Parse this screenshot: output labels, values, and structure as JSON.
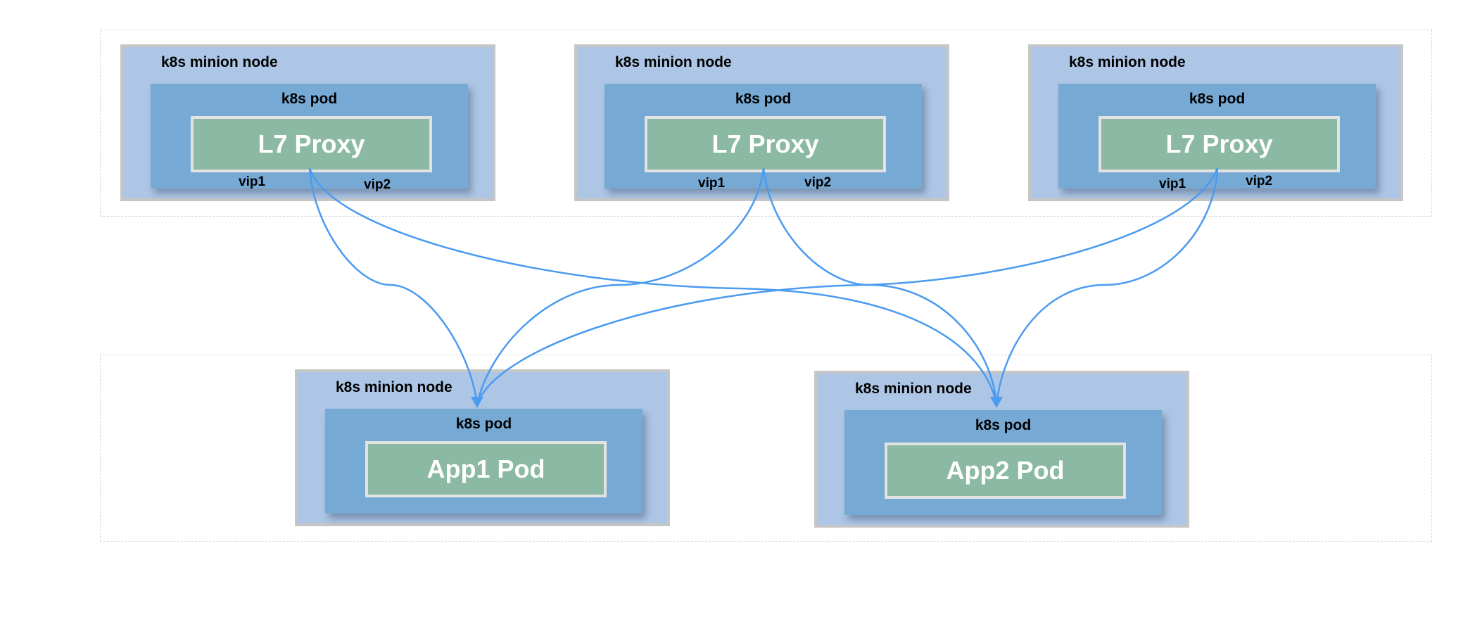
{
  "proxy_nodes": [
    {
      "node_label": "k8s minion node",
      "pod_label": "k8s pod",
      "inner_label": "L7 Proxy",
      "vip1": "vip1",
      "vip2": "vip2"
    },
    {
      "node_label": "k8s minion node",
      "pod_label": "k8s pod",
      "inner_label": "L7 Proxy",
      "vip1": "vip1",
      "vip2": "vip2"
    },
    {
      "node_label": "k8s minion node",
      "pod_label": "k8s pod",
      "inner_label": "L7 Proxy",
      "vip1": "vip1",
      "vip2": "vip2"
    }
  ],
  "app_nodes": [
    {
      "node_label": "k8s minion node",
      "pod_label": "k8s pod",
      "inner_label": "App1 Pod"
    },
    {
      "node_label": "k8s minion node",
      "pod_label": "k8s pod",
      "inner_label": "App2 Pod"
    }
  ],
  "connections": [
    {
      "from": "proxy_nodes.0.vip1",
      "to": "app_nodes.0"
    },
    {
      "from": "proxy_nodes.0.vip2",
      "to": "app_nodes.1"
    },
    {
      "from": "proxy_nodes.1.vip1",
      "to": "app_nodes.0"
    },
    {
      "from": "proxy_nodes.1.vip2",
      "to": "app_nodes.1"
    },
    {
      "from": "proxy_nodes.2.vip1",
      "to": "app_nodes.0"
    },
    {
      "from": "proxy_nodes.2.vip2",
      "to": "app_nodes.1"
    }
  ],
  "colors": {
    "node_fill": "#adc6e5",
    "node_border": "#c6c6c6",
    "pod_fill": "#76a9d4",
    "inner_fill": "#8bb9a4",
    "inner_border": "#e2e2e2",
    "arrow": "#4b9bf0"
  }
}
